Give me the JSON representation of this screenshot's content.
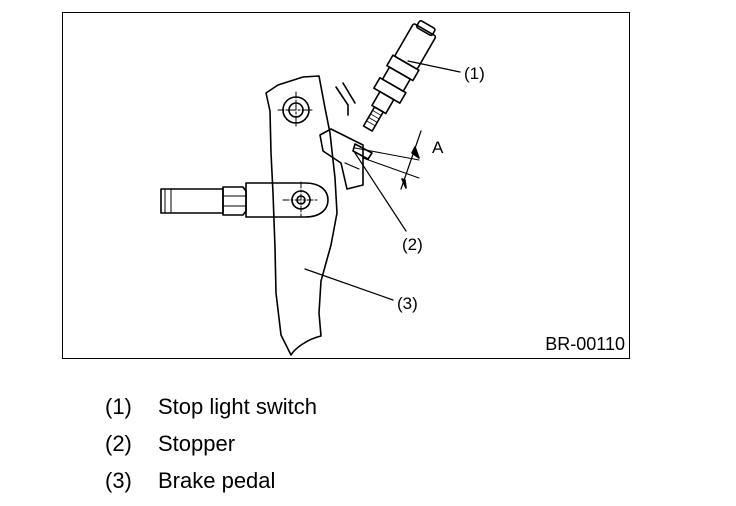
{
  "figure": {
    "code": "BR-00110",
    "callouts": {
      "c1": "(1)",
      "c2": "(2)",
      "c3": "(3)",
      "dimA": "A"
    }
  },
  "legend": [
    {
      "num": "(1)",
      "label": "Stop light switch"
    },
    {
      "num": "(2)",
      "label": "Stopper"
    },
    {
      "num": "(3)",
      "label": "Brake pedal"
    }
  ]
}
